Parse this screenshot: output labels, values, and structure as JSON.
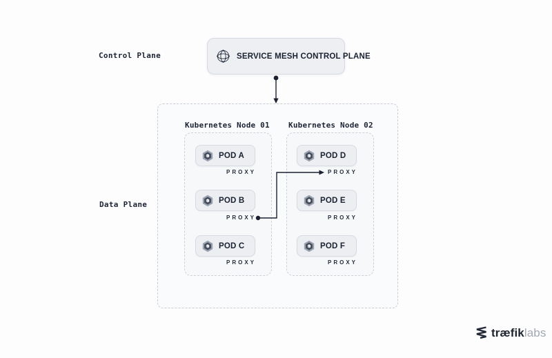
{
  "labels": {
    "control_plane": "Control Plane",
    "data_plane": "Data Plane"
  },
  "control_plane_box": {
    "title": "SERVICE MESH CONTROL PLANE",
    "icon": "mesh-globe-icon"
  },
  "data_plane": {
    "nodes": [
      {
        "title": "Kubernetes Node 01",
        "pods": [
          {
            "label": "POD A",
            "proxy": "PROXY"
          },
          {
            "label": "POD B",
            "proxy": "PROXY"
          },
          {
            "label": "POD C",
            "proxy": "PROXY"
          }
        ]
      },
      {
        "title": "Kubernetes Node 02",
        "pods": [
          {
            "label": "POD D",
            "proxy": "PROXY"
          },
          {
            "label": "POD E",
            "proxy": "PROXY"
          },
          {
            "label": "POD F",
            "proxy": "PROXY"
          }
        ]
      }
    ]
  },
  "connections": [
    {
      "from": "service-mesh-control-plane",
      "to": "data-plane"
    },
    {
      "from": "pod-b-proxy",
      "to": "pod-d-proxy"
    }
  ],
  "logo": {
    "brand": "træfik",
    "suffix": "labs"
  },
  "colors": {
    "background": "#fdfdfe",
    "box_fill": "#eceef2",
    "box_border": "#d6dae1",
    "dashed_border": "#c7ccd5",
    "text_dark": "#1a2130",
    "arrow": "#1b2130",
    "hex_outer": "#9aa2b0",
    "hex_inner": "#454c5c",
    "logo_suffix_gray": "#a2a8b1"
  }
}
